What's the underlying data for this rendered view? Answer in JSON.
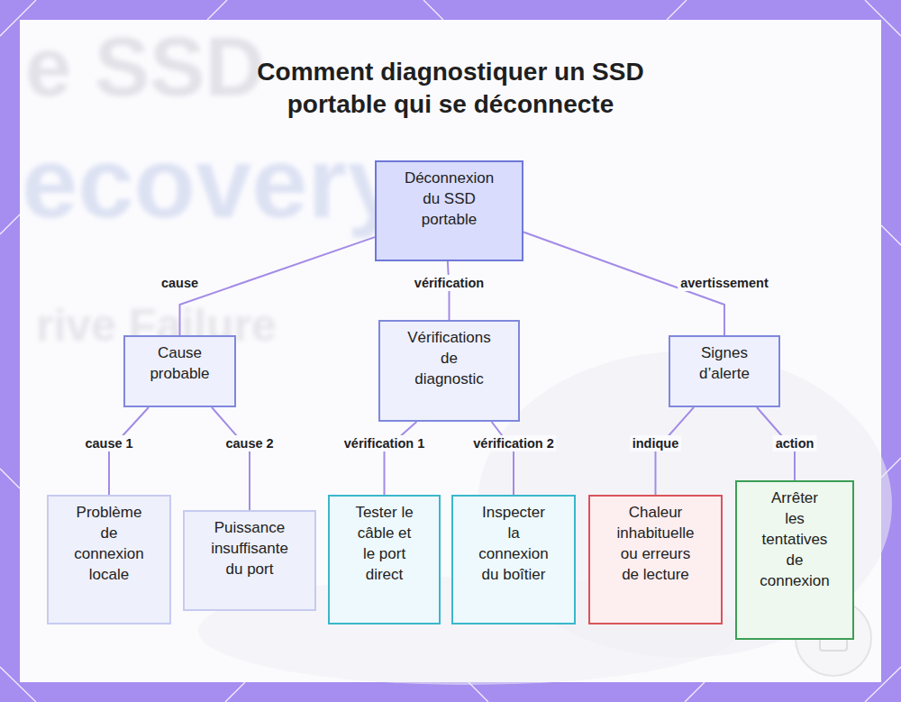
{
  "diagram": {
    "title": "Comment diagnostiquer un SSD portable qui se déconnecte",
    "nodes": [
      {
        "text": [
          "Déconnexion du SSD portable"
        ]
      },
      {
        "text": [
          "Cause probable"
        ]
      },
      {
        "text": [
          "Vérifications de diagnostic"
        ]
      },
      {
        "text": [
          "Signes d’alerte"
        ]
      },
      {
        "text": [
          "Problème de connexion locale"
        ]
      },
      {
        "text": [
          "Puissance insuffisante du port"
        ]
      },
      {
        "text": [
          "Tester le câble et le port direct"
        ]
      },
      {
        "text": [
          "Inspecter la connexion du boîtier"
        ]
      },
      {
        "text": [
          "Chaleur inhabituelle ou erreurs de lecture"
        ]
      },
      {
        "text": [
          "Arrêter les tentatives de connexion"
        ]
      }
    ],
    "edges": [
      {
        "from": 0,
        "to": 1,
        "label": "cause",
        "arrow": "none"
      },
      {
        "from": 0,
        "to": 2,
        "label": "vérification",
        "arrow": "none"
      },
      {
        "from": 0,
        "to": 3,
        "label": "avertissement",
        "arrow": "none"
      },
      {
        "from": 1,
        "to": 4,
        "label": "cause 1",
        "arrow": "none"
      },
      {
        "from": 1,
        "to": 5,
        "label": "cause 2",
        "arrow": "none"
      },
      {
        "from": 2,
        "to": 6,
        "label": "vérification 1",
        "arrow": "none"
      },
      {
        "from": 2,
        "to": 7,
        "label": "vérification 2",
        "arrow": "none"
      },
      {
        "from": 3,
        "to": 8,
        "label": "indique",
        "arrow": "none"
      },
      {
        "from": 3,
        "to": 9,
        "label": "action",
        "arrow": "none"
      }
    ],
    "labels": [
      "e SSD",
      "ecovery",
      "rive Failure"
    ]
  }
}
